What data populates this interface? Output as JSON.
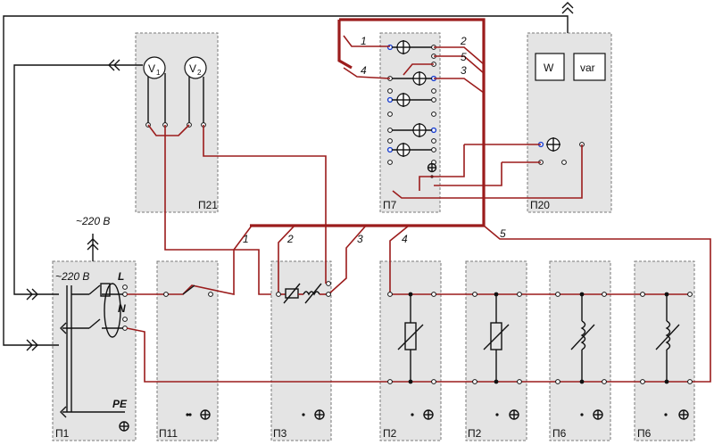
{
  "panels": {
    "p21": "П21",
    "p7": "П7",
    "p20": "П20",
    "p1": "П1",
    "p11": "П11",
    "p3": "П3",
    "p2a": "П2",
    "p2b": "П2",
    "p6a": "П6",
    "p6b": "П6"
  },
  "meters": {
    "v1": "V",
    "v1_sub": "1",
    "v2": "V",
    "v2_sub": "2",
    "w": "W",
    "var": "var"
  },
  "supply": {
    "top": "~220 В",
    "p1": "~220 В",
    "l": "L",
    "n": "N",
    "pe": "PE"
  },
  "wire_numbers": {
    "bus_1": "1",
    "bus_2": "2",
    "bus_3": "3",
    "bus_4": "4",
    "bus_5": "5",
    "p7_1": "1",
    "p7_4": "4",
    "p7_2": "2",
    "p7_5": "5",
    "p7_3": "3"
  },
  "colors": {
    "wire": "#9b1c1c",
    "panel": "#e4e4e4",
    "terminal_highlight": "#1a3fd0"
  }
}
